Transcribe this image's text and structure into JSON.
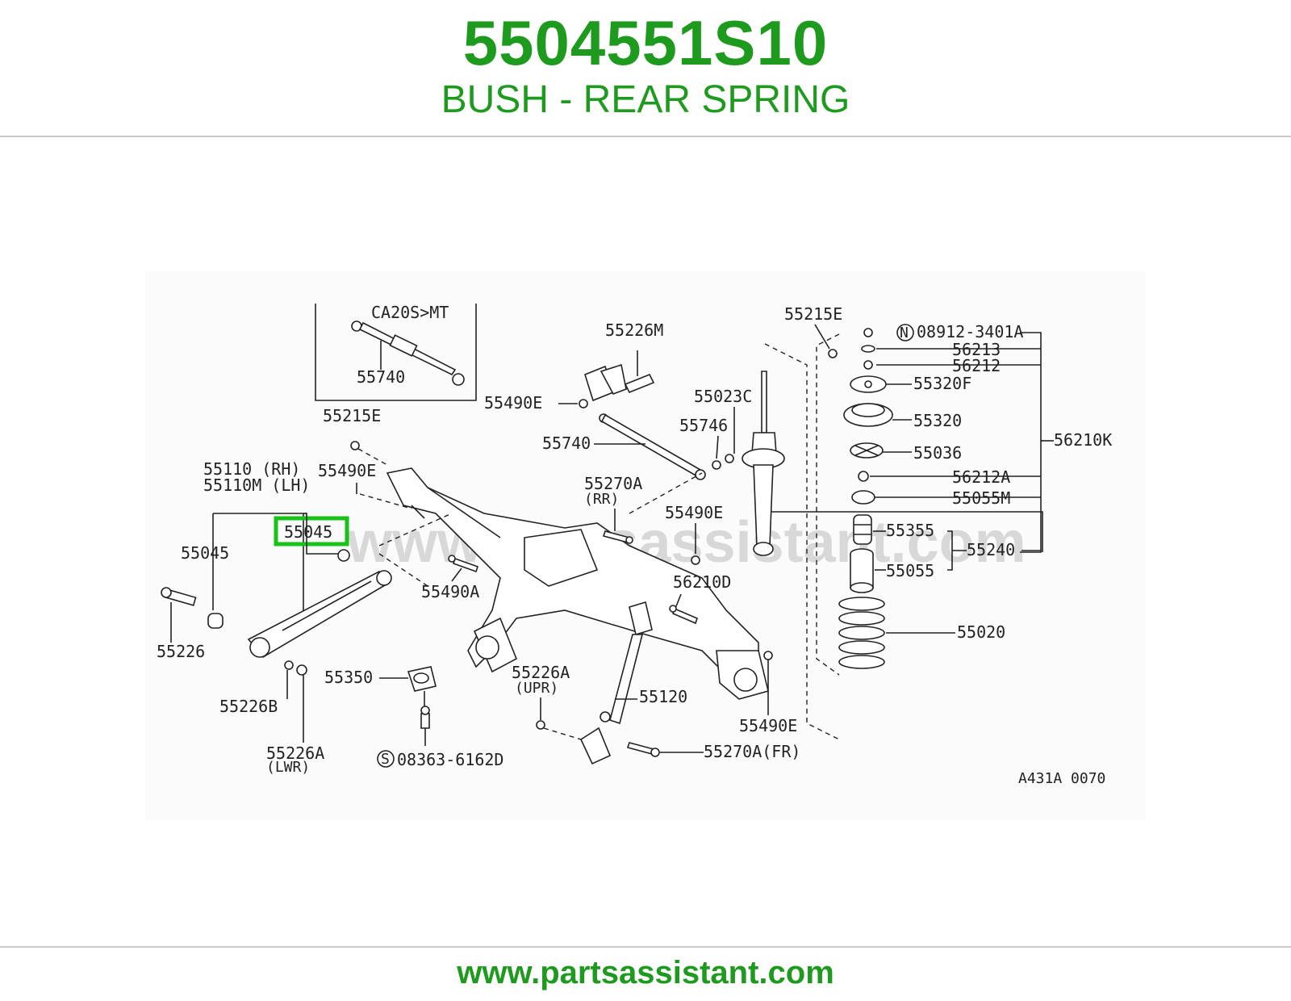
{
  "header": {
    "part_number": "5504551S10",
    "description": "BUSH - REAR SPRING"
  },
  "footer": {
    "url": "www.partsassistant.com"
  },
  "diagram": {
    "watermark": "www.partsassistant.com",
    "figure_code": "A431A 0070",
    "inset_title": "CA20S>MT",
    "highlight_color": "#19c219",
    "brand_color": "#1e9a1e",
    "labels": {
      "inset_55740": "55740",
      "l_55226M": "55226M",
      "l_55490E_top": "55490E",
      "l_55740": "55740",
      "l_55215E_left": "55215E",
      "l_55110": "55110  (RH)",
      "l_55110M": "55110M (LH)",
      "l_55490E_left": "55490E",
      "l_55045_hl": "55045",
      "l_55045": "55045",
      "l_55490A": "55490A",
      "l_55226": "55226",
      "l_55226B": "55226B",
      "l_55226A_lwr": "55226A",
      "l_lwr": "(LWR)",
      "l_55350": "55350",
      "l_08363": "08363-6162D",
      "l_S": "S",
      "l_55270A_rr": "55270A",
      "l_rr": "(RR)",
      "l_55490E_mid": "55490E",
      "l_56210D": "56210D",
      "l_55226A_upr": "55226A",
      "l_upr": "(UPR)",
      "l_55120": "55120",
      "l_55270A_fr": "55270A(FR)",
      "l_55490E_bottom": "55490E",
      "l_55023C": "55023C",
      "l_55746": "55746",
      "l_55215E_right": "55215E",
      "l_N": "N",
      "l_08912": "08912-3401A",
      "l_56213": "56213",
      "l_56212": "56212",
      "l_55320F": "55320F",
      "l_55320": "55320",
      "l_55036": "55036",
      "l_56212A": "56212A",
      "l_55055M": "55055M",
      "l_56210K": "56210K",
      "l_55355": "55355",
      "l_55240": "55240",
      "l_55055": "55055",
      "l_55020": "55020"
    }
  }
}
